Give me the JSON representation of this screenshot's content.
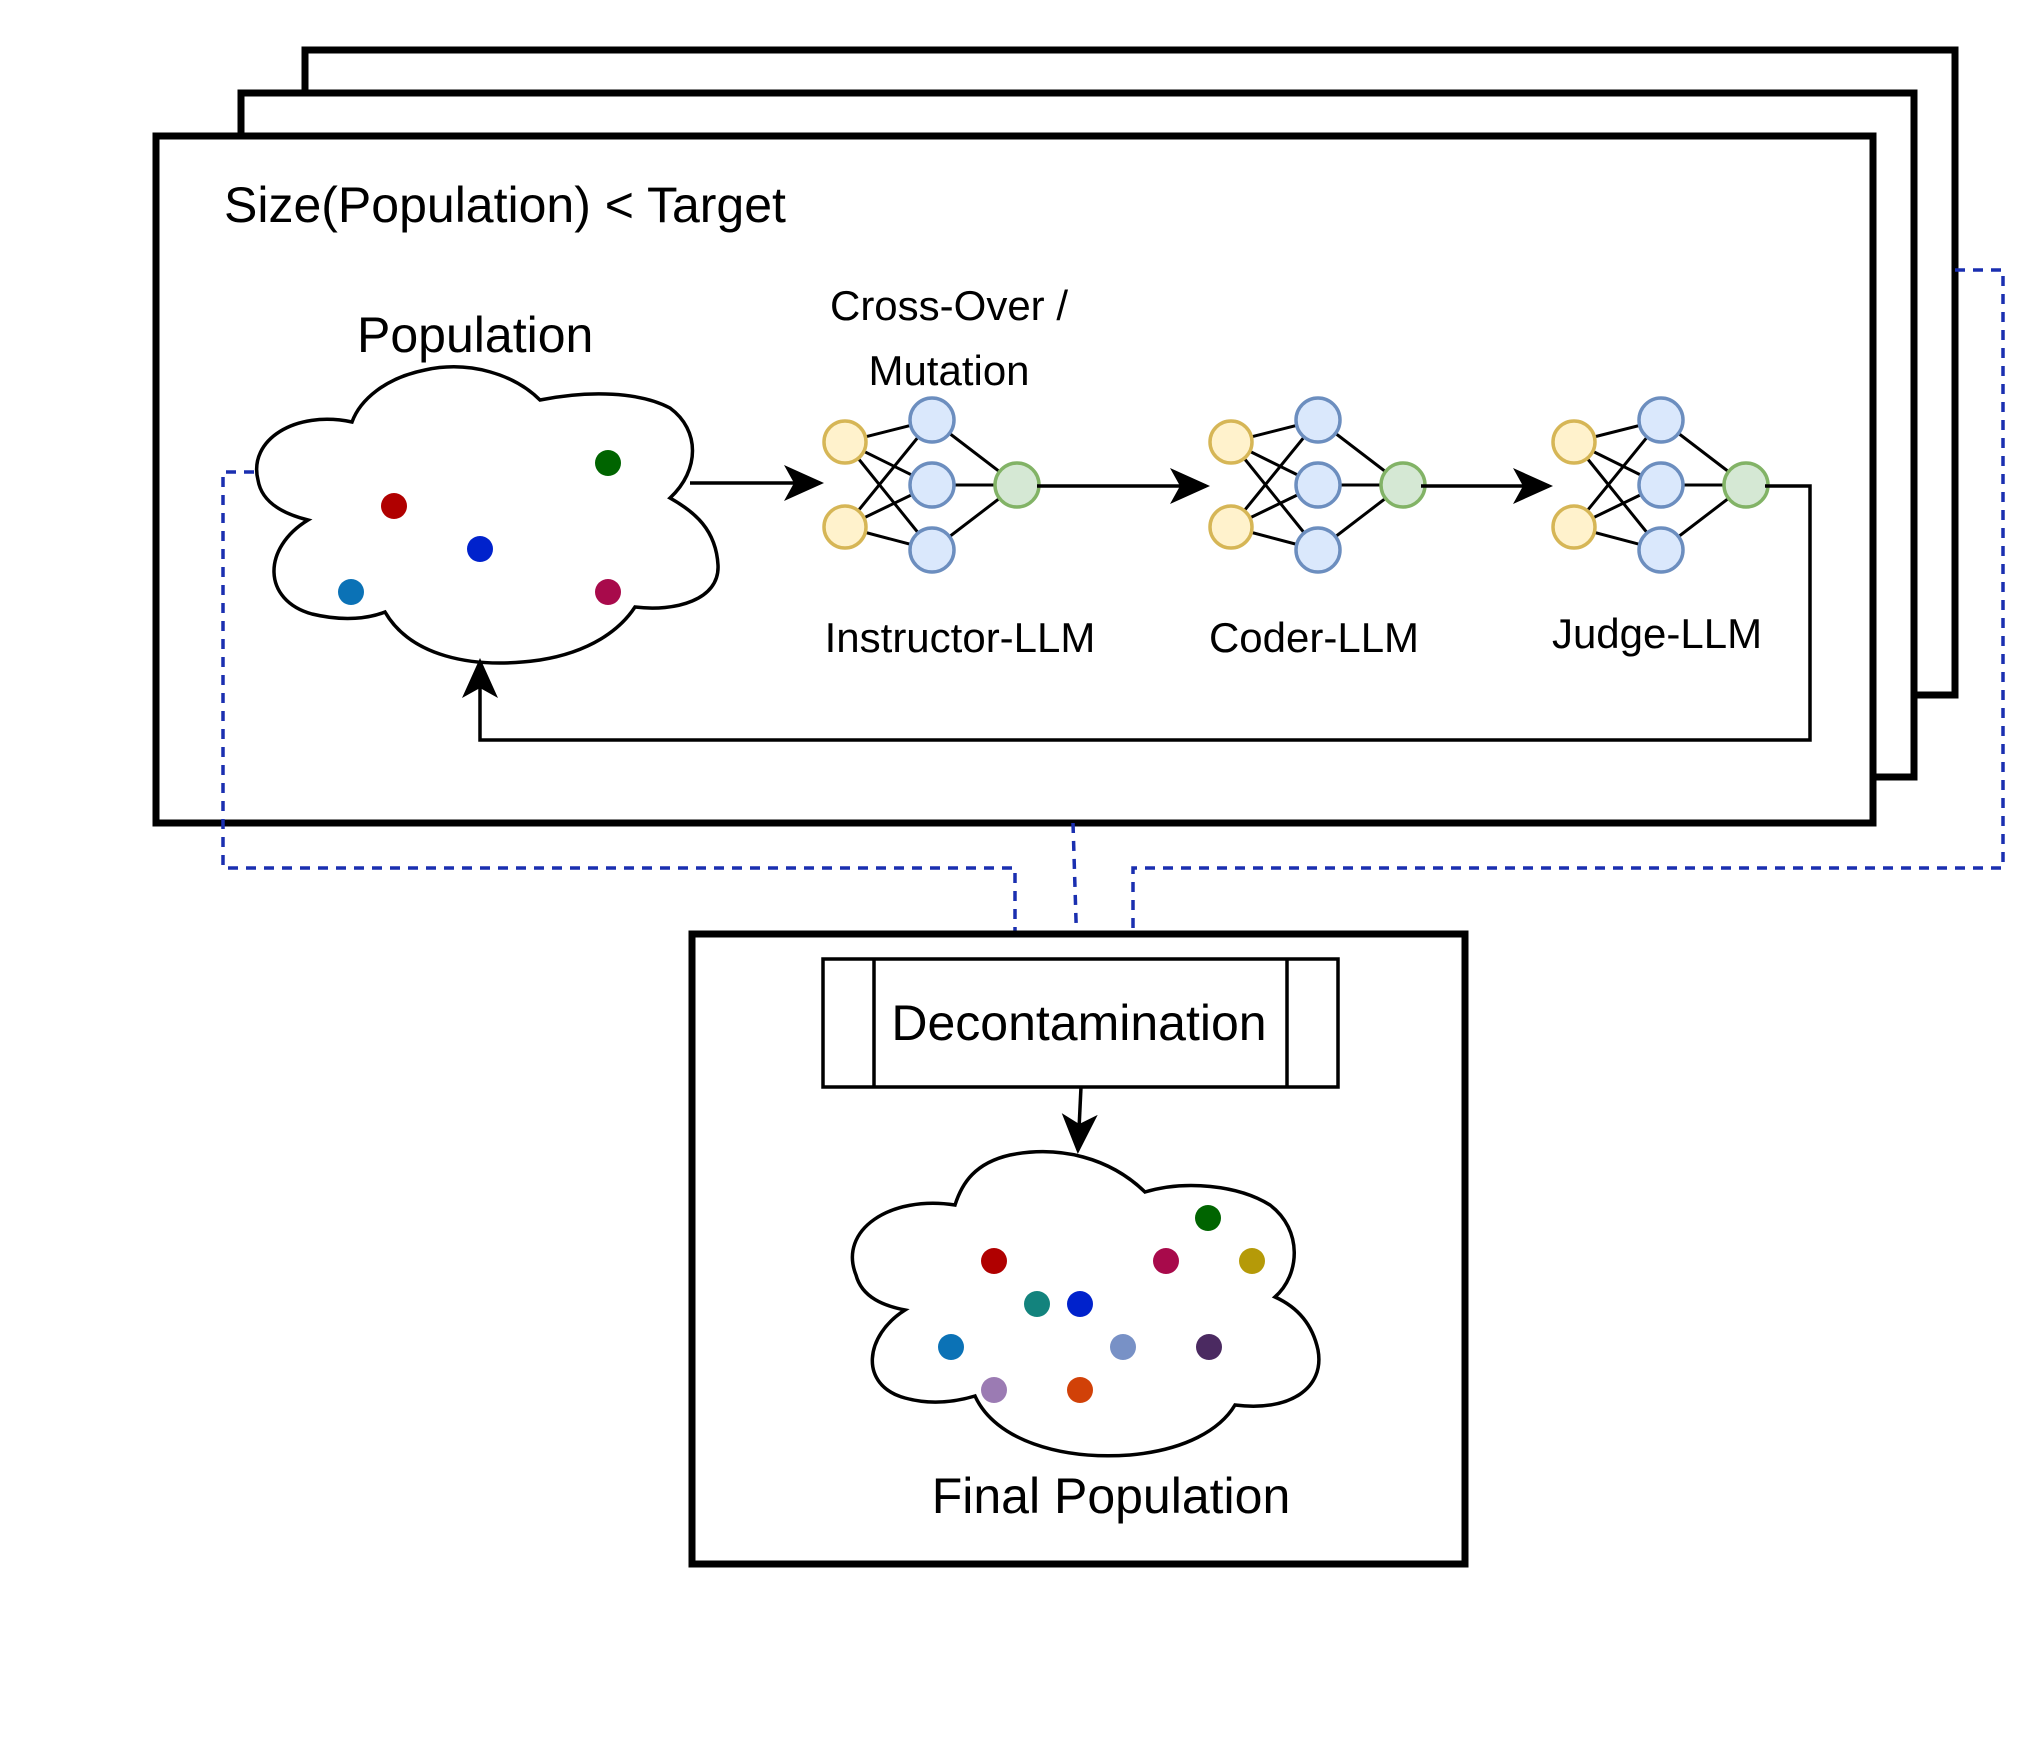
{
  "loop": {
    "condition": "Size(Population) < Target",
    "population_label": "Population",
    "operation_label_line1": "Cross-Over /",
    "operation_label_line2": "Mutation",
    "models": [
      "Instructor-LLM",
      "Coder-LLM",
      "Judge-LLM"
    ],
    "population_dot_colors": [
      "#006400",
      "#b00000",
      "#0022cc",
      "#0b72b6",
      "#a80a4b"
    ]
  },
  "final": {
    "decontamination_label": "Decontamination",
    "final_population_label": "Final Population",
    "dot_colors": [
      "#006400",
      "#b00000",
      "#a80a4b",
      "#b59a08",
      "#13837d",
      "#0022cc",
      "#0b72b6",
      "#7891c6",
      "#4b2a61",
      "#9b7bb3",
      "#d14108"
    ]
  },
  "colors": {
    "input_node_fill": "#fff2cc",
    "input_node_stroke": "#d6b656",
    "hidden_node_fill": "#dae8fc",
    "hidden_node_stroke": "#6c8ebf",
    "output_node_fill": "#d5e8d4",
    "output_node_stroke": "#82b366",
    "dashed_arrow": "#1a2fb0"
  }
}
